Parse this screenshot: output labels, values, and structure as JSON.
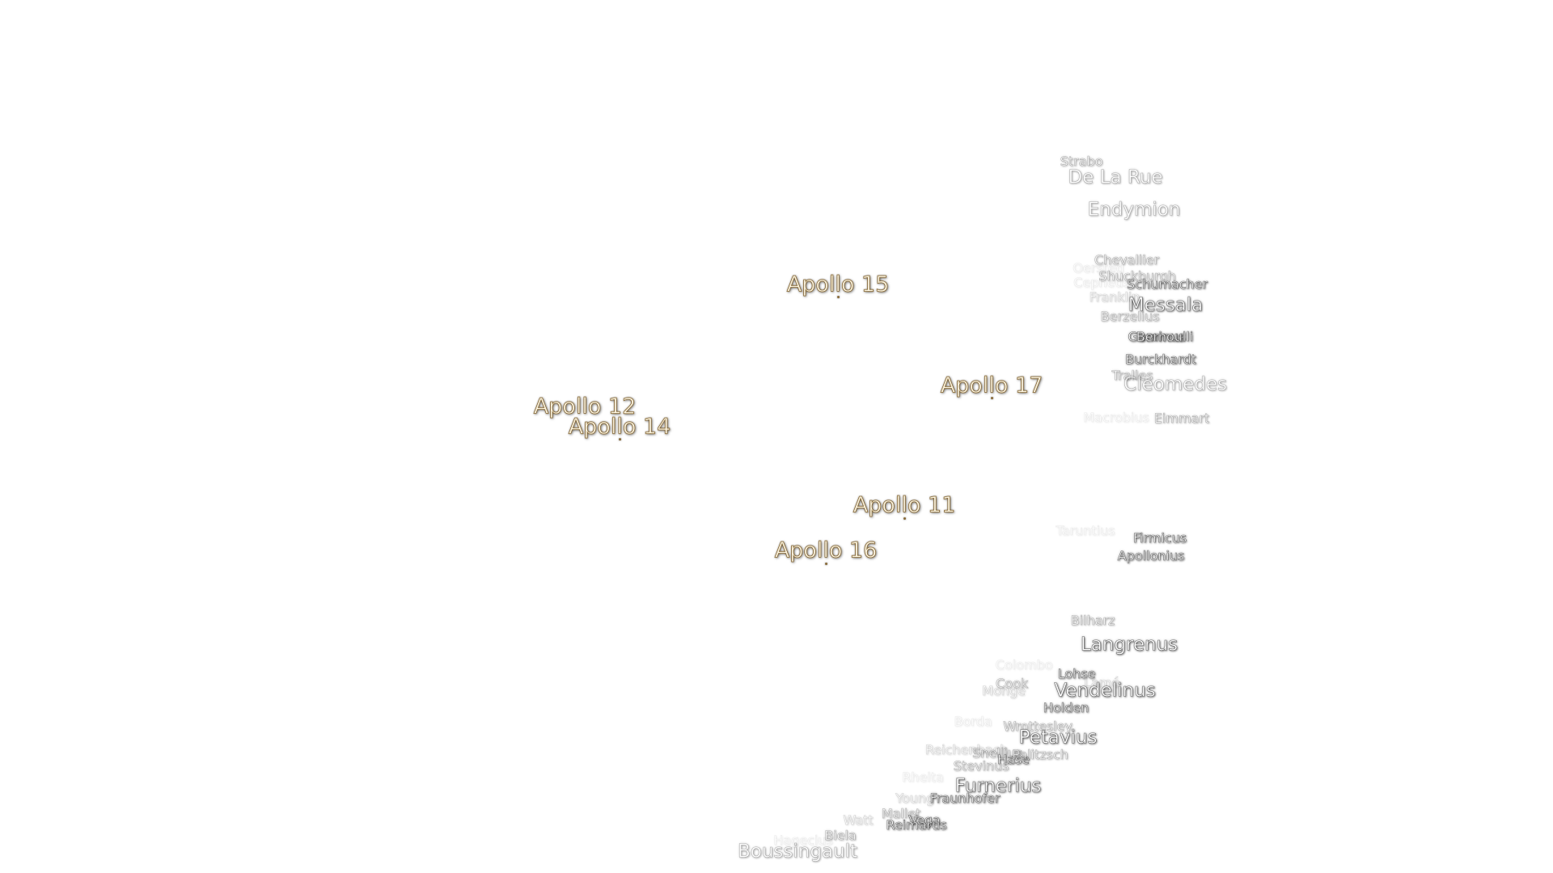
{
  "apollo_sites": [
    {
      "key": "a15",
      "label": "Apollo 15"
    },
    {
      "key": "a17",
      "label": "Apollo 17"
    },
    {
      "key": "a12",
      "label": "Apollo 12"
    },
    {
      "key": "a14",
      "label": "Apollo 14"
    },
    {
      "key": "a11",
      "label": "Apollo 11"
    },
    {
      "key": "a16",
      "label": "Apollo 16"
    }
  ],
  "craters": {
    "strabo": "Strabo",
    "de_la_rue": "De La Rue",
    "endymion": "Endymion",
    "chevallier": "Chevallier",
    "oersted": "Oersted",
    "shuckburgh": "Shuckburgh",
    "schumacher": "Schumacher",
    "cepheus": "Cepheus",
    "franklin": "Franklin",
    "messala": "Messala",
    "berzelius": "Berzelius",
    "geminus": "Geminus",
    "bernoulli": "Bernoulli",
    "burckhardt": "Burckhardt",
    "tralles": "Tralles",
    "cleomedes": "Cleomedes",
    "macrobius": "Macrobius",
    "eimmart": "Eimmart",
    "taruntius": "Taruntius",
    "firmicus": "Firmicus",
    "apollonius": "Apollonius",
    "bilharz": "Bilharz",
    "langrenus": "Langrenus",
    "colombo": "Colombo",
    "lohse": "Lohse",
    "lame": "Lamé",
    "cook": "Cook",
    "monge": "Monge",
    "vendelinus": "Vendelinus",
    "holden": "Holden",
    "borda": "Borda",
    "wrottesley": "Wrottesley",
    "petavius": "Petavius",
    "reichenbach": "Reichenbach",
    "snellius": "Snellius",
    "hase": "Hase",
    "legentil": "Palitzsch",
    "stevinus": "Stevinus",
    "rheita": "Rheita",
    "furnerius": "Furnerius",
    "young": "Young",
    "fraunhofer": "Fraunhofer",
    "mallet": "Mallet",
    "vega": "Vega",
    "reimarus": "Reimarus",
    "watt": "Watt",
    "biela": "Biela",
    "hagecius": "Hagecius",
    "boussingault": "Boussingault"
  }
}
